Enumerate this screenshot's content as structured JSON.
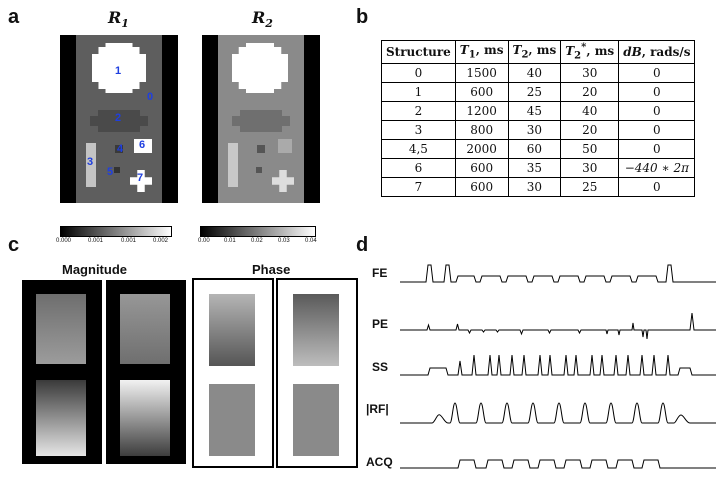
{
  "panels": {
    "a": "a",
    "b": "b",
    "c": "c",
    "d": "d"
  },
  "panel_a": {
    "images": [
      {
        "title_main": "R",
        "title_sub": "1"
      },
      {
        "title_main": "R",
        "title_sub": "2"
      }
    ],
    "structure_labels": [
      "0",
      "1",
      "2",
      "3",
      "4",
      "5",
      "6",
      "7"
    ],
    "colorbars": [
      {
        "ticks": [
          "0.000",
          "0.001",
          "0.001",
          "0.002"
        ]
      },
      {
        "ticks": [
          "0.00",
          "0.01",
          "0.02",
          "0.03",
          "0.04"
        ]
      }
    ]
  },
  "panel_b": {
    "headers": [
      "Structure",
      "T1, ms",
      "T2, ms",
      "T2*, ms",
      "dB, rads/s"
    ],
    "rows": [
      [
        "0",
        "1500",
        "40",
        "30",
        "0"
      ],
      [
        "1",
        "600",
        "25",
        "20",
        "0"
      ],
      [
        "2",
        "1200",
        "45",
        "40",
        "0"
      ],
      [
        "3",
        "800",
        "30",
        "20",
        "0"
      ],
      [
        "4,5",
        "2000",
        "60",
        "50",
        "0"
      ],
      [
        "6",
        "600",
        "35",
        "30",
        "−440 ∗ 2π"
      ],
      [
        "7",
        "600",
        "30",
        "25",
        "0"
      ]
    ]
  },
  "panel_c": {
    "magnitude_label": "Magnitude",
    "phase_label": "Phase"
  },
  "panel_d": {
    "channels": [
      "FE",
      "PE",
      "SS",
      "|RF|",
      "ACQ"
    ]
  }
}
